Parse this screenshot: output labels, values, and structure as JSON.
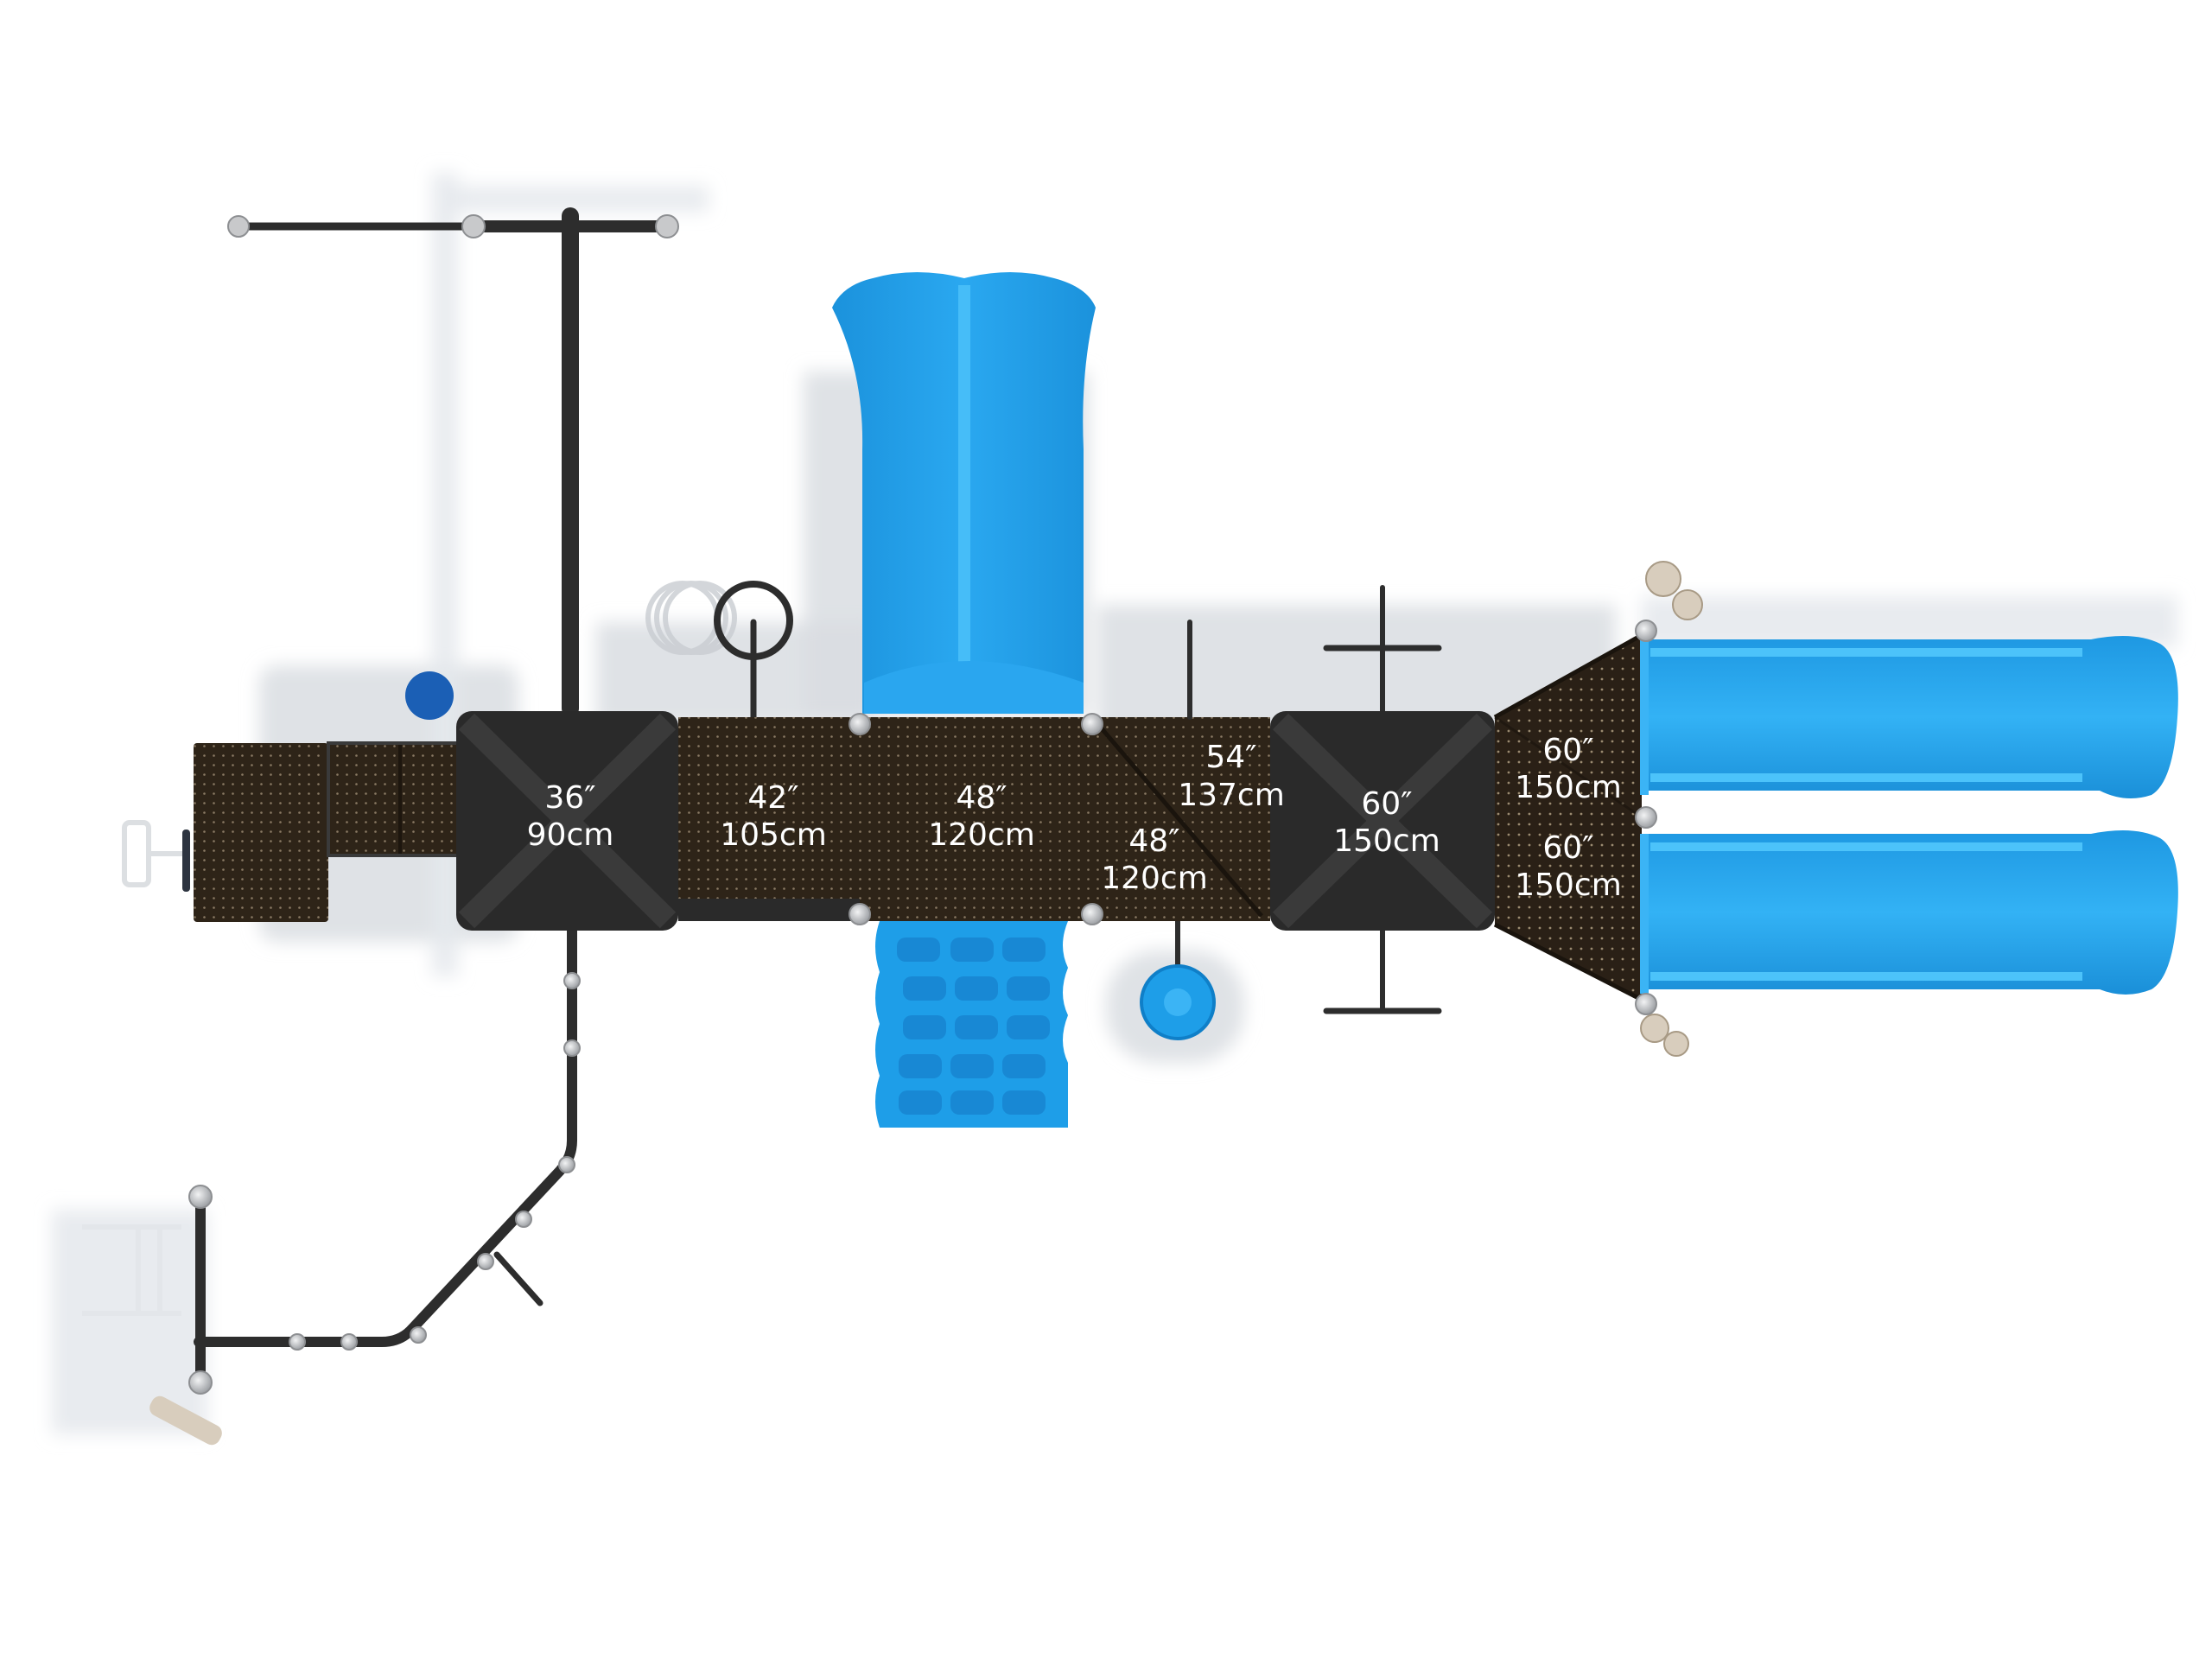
{
  "title": "Playground structure plan view (top-down) with deck heights",
  "colors": {
    "slide_blue": "#1e9ee8",
    "slide_blue_light": "#3bb4f5",
    "slide_blue_dark": "#0f7fc8",
    "deck_brown": "#2e2418",
    "roof_black": "#2a2a2a",
    "post_black": "#2b2b2b",
    "hardware_gray": "#c8c9cb",
    "ball_blue": "#1b5fb5",
    "stone_beige": "#d8cdbd",
    "label_white": "#ffffff"
  },
  "decks": [
    {
      "id": "deck-36",
      "height_in": "36″",
      "height_cm": "90cm",
      "type": "roofed"
    },
    {
      "id": "deck-42",
      "height_in": "42″",
      "height_cm": "105cm",
      "type": "open"
    },
    {
      "id": "deck-48a",
      "height_in": "48″",
      "height_cm": "120cm",
      "type": "open"
    },
    {
      "id": "deck-48b",
      "height_in": "48″",
      "height_cm": "120cm",
      "type": "split-lower"
    },
    {
      "id": "deck-54",
      "height_in": "54″",
      "height_cm": "137cm",
      "type": "split-upper"
    },
    {
      "id": "deck-60",
      "height_in": "60″",
      "height_cm": "150cm",
      "type": "roofed"
    },
    {
      "id": "deck-60-upper-slide",
      "height_in": "60″",
      "height_cm": "150cm",
      "type": "triangle"
    },
    {
      "id": "deck-60-lower-slide",
      "height_in": "60″",
      "height_cm": "150cm",
      "type": "triangle"
    }
  ],
  "components": [
    "entry-steps",
    "monkey-bars",
    "vertical-ladder",
    "curved-climbing-bar",
    "wavy-wide-slide",
    "rock-climbing-wall",
    "spiral-climber",
    "steering-wheel",
    "spinner-panel",
    "double-slide-upper",
    "double-slide-lower",
    "balance-steppers",
    "blue-ball-finial"
  ]
}
